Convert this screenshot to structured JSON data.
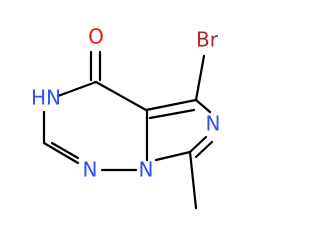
{
  "molecule": {
    "atoms": [
      {
        "id": "O",
        "label": "O",
        "color": "#ff0d0d"
      },
      {
        "id": "Br",
        "label": "Br",
        "color": "#a62929"
      },
      {
        "id": "NH",
        "label": "HN",
        "color": "#3050f8"
      },
      {
        "id": "N_im",
        "label": "N",
        "color": "#3050f8"
      },
      {
        "id": "N_bridge",
        "label": "N",
        "color": "#3050f8"
      },
      {
        "id": "N_ring",
        "label": "N",
        "color": "#3050f8"
      }
    ],
    "bond_color": "#000000"
  }
}
